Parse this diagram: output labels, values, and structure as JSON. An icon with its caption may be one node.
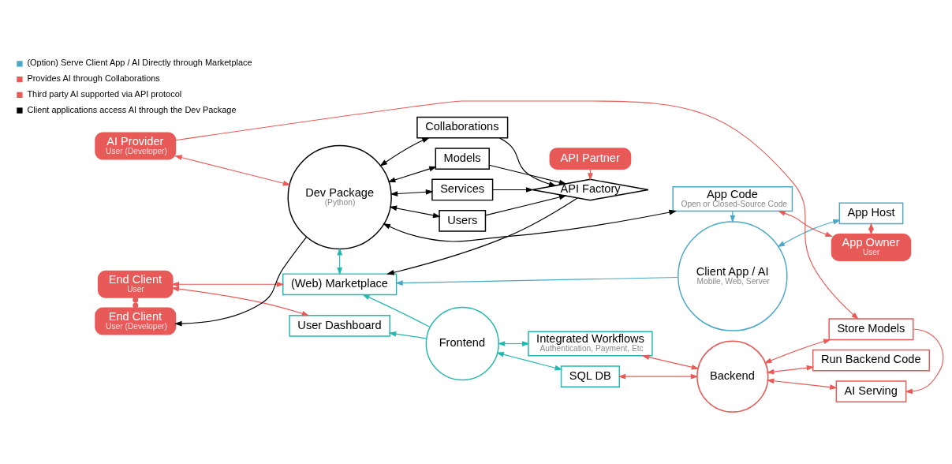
{
  "diagram": {
    "nodes": [
      {
        "text": [
          "End Client",
          "User"
        ]
      },
      {
        "text": [
          "User Dashboard"
        ]
      },
      {
        "text": [
          "(Web) Marketplace"
        ]
      },
      {
        "text": [
          "Frontend"
        ]
      },
      {
        "text": [
          "SQL DB"
        ]
      },
      {
        "text": [
          "Integrated Workflows",
          "Authentication, Payment, Etc"
        ]
      },
      {
        "text": [
          "Backend"
        ]
      },
      {
        "text": [
          "Store Models"
        ]
      },
      {
        "text": [
          "Run Backend Code"
        ]
      },
      {
        "text": [
          "AI Serving"
        ]
      },
      {
        "text": [
          "End Client",
          "User (Developer)"
        ]
      },
      {
        "text": [
          "Dev Package",
          "(Python)"
        ]
      },
      {
        "text": [
          "Collaborations"
        ]
      },
      {
        "text": [
          "Models"
        ]
      },
      {
        "text": [
          "Services"
        ]
      },
      {
        "text": [
          "Users"
        ]
      },
      {
        "text": [
          "API Factory"
        ]
      },
      {
        "text": [
          "Client App / AI",
          "Mobile, Web, Server"
        ]
      },
      {
        "text": [
          "App Host"
        ]
      },
      {
        "text": [
          "AI Provider",
          "User (Developer)"
        ]
      },
      {
        "text": [
          "API Partner"
        ]
      },
      {
        "text": [
          "App Owner",
          "User"
        ]
      },
      {
        "text": [
          "App Code",
          "Open or Closed-Source Code"
        ]
      }
    ],
    "edges": [
      {
        "from": 0,
        "to": 1,
        "arrow": "both",
        "color": "#e85a58"
      },
      {
        "from": 0,
        "to": 2,
        "arrow": "both",
        "color": "#e85a58"
      },
      {
        "from": 3,
        "to": 1,
        "arrow": "to",
        "color": "#22b8b0"
      },
      {
        "from": 3,
        "to": 2,
        "arrow": "to",
        "color": "#22b8b0"
      },
      {
        "from": 3,
        "to": 4,
        "arrow": "both",
        "color": "#22b8b0"
      },
      {
        "from": 3,
        "to": 5,
        "arrow": "both",
        "color": "#22b8b0"
      },
      {
        "from": 6,
        "to": 4,
        "arrow": "both",
        "color": "#e85a58"
      },
      {
        "from": 6,
        "to": 5,
        "arrow": "both",
        "color": "#e85a58"
      },
      {
        "from": 6,
        "to": 7,
        "arrow": "both",
        "color": "#e85a58"
      },
      {
        "from": 6,
        "to": 8,
        "arrow": "both",
        "color": "#e85a58"
      },
      {
        "from": 6,
        "to": 9,
        "arrow": "both",
        "color": "#e85a58"
      },
      {
        "from": 19,
        "to": 7,
        "arrow": "to",
        "color": "#e85a58"
      },
      {
        "from": 7,
        "to": 9,
        "arrow": "to",
        "color": "#e85a58"
      },
      {
        "from": 0,
        "to": 10,
        "arrow": "other",
        "style": "dashed",
        "color": "#e85a58"
      },
      {
        "from": 11,
        "to": 10,
        "arrow": "to",
        "color": "#000000"
      },
      {
        "from": 19,
        "to": 11,
        "arrow": "both",
        "color": "#e85a58"
      },
      {
        "from": 11,
        "to": 2,
        "arrow": "both",
        "color": "#22b8b0"
      },
      {
        "from": 11,
        "to": 12,
        "arrow": "both",
        "color": "#000000"
      },
      {
        "from": 11,
        "to": 13,
        "arrow": "both",
        "color": "#000000"
      },
      {
        "from": 11,
        "to": 14,
        "arrow": "both",
        "color": "#000000"
      },
      {
        "from": 11,
        "to": 15,
        "arrow": "both",
        "color": "#000000"
      },
      {
        "from": 12,
        "to": 16,
        "arrow": "to",
        "color": "#000000"
      },
      {
        "from": 13,
        "to": 16,
        "arrow": "to",
        "color": "#000000"
      },
      {
        "from": 14,
        "to": 16,
        "arrow": "to",
        "color": "#000000"
      },
      {
        "from": 15,
        "to": 16,
        "arrow": "to",
        "color": "#000000"
      },
      {
        "from": 16,
        "to": 2,
        "arrow": "to",
        "color": "#000000"
      },
      {
        "from": 17,
        "to": 2,
        "arrow": "to",
        "color": "#4aa8c8"
      },
      {
        "from": 17,
        "to": 18,
        "arrow": "both",
        "color": "#4aa8c8"
      },
      {
        "from": 18,
        "to": 21,
        "arrow": "both",
        "color": "#e85a58"
      },
      {
        "from": 22,
        "to": 17,
        "arrow": "to",
        "color": "#4aa8c8"
      },
      {
        "from": 21,
        "to": 22,
        "arrow": "both",
        "color": "#e85a58"
      },
      {
        "from": 20,
        "to": 16,
        "arrow": "to",
        "color": "#e85a58"
      },
      {
        "from": 11,
        "to": 22,
        "arrow": "both",
        "color": "#000000"
      }
    ],
    "legend": [
      {
        "text": "(Option) Serve Client App / AI Directly through Marketplace",
        "color": "#4aa8c8"
      },
      {
        "text": "Provides AI through Collaborations",
        "color": "#e85a58"
      },
      {
        "text": "Third party AI supported via API protocol",
        "color": "#e85a58"
      },
      {
        "text": "Client applications access AI through the Dev Package",
        "color": "#000000"
      }
    ]
  }
}
